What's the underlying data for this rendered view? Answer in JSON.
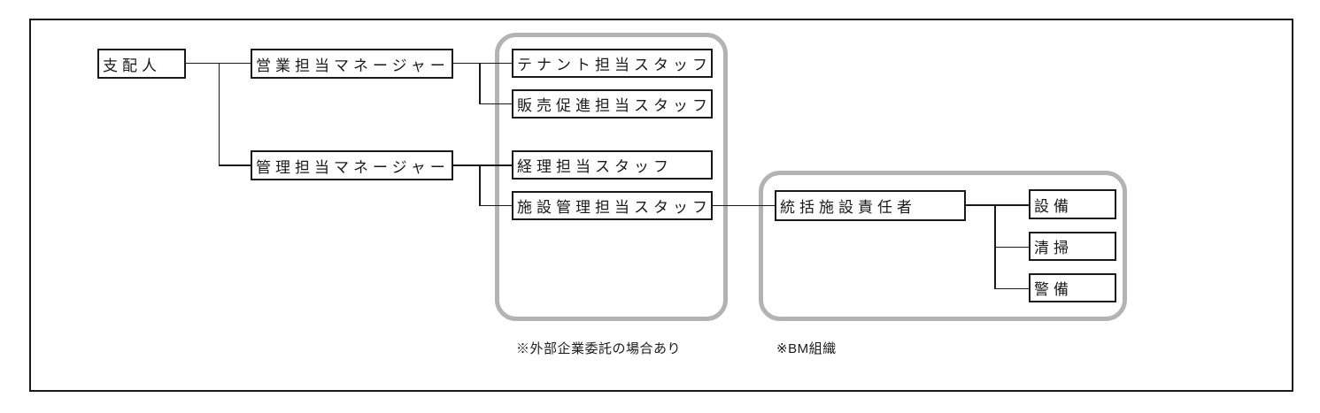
{
  "chart": {
    "type": "org-chart",
    "nodes": {
      "general_manager": "支配人",
      "sales_manager": "営業担当マネージャー",
      "admin_manager": "管理担当マネージャー",
      "tenant_staff": "テナント担当スタッフ",
      "promotion_staff": "販売促進担当スタッフ",
      "accounting_staff": "経理担当スタッフ",
      "facility_staff": "施設管理担当スタッフ",
      "chief_facility_manager": "統括施設責任者",
      "equipment": "設備",
      "cleaning": "清掃",
      "security": "警備"
    },
    "edges": [
      [
        "general_manager",
        "sales_manager"
      ],
      [
        "general_manager",
        "admin_manager"
      ],
      [
        "sales_manager",
        "tenant_staff"
      ],
      [
        "sales_manager",
        "promotion_staff"
      ],
      [
        "admin_manager",
        "accounting_staff"
      ],
      [
        "admin_manager",
        "facility_staff"
      ],
      [
        "facility_staff",
        "chief_facility_manager"
      ],
      [
        "chief_facility_manager",
        "equipment"
      ],
      [
        "chief_facility_manager",
        "cleaning"
      ],
      [
        "chief_facility_manager",
        "security"
      ]
    ],
    "groups": [
      {
        "members": [
          "tenant_staff",
          "promotion_staff",
          "accounting_staff",
          "facility_staff"
        ],
        "note_key": "outsourcing_note"
      },
      {
        "members": [
          "chief_facility_manager",
          "equipment",
          "cleaning",
          "security"
        ],
        "note_key": "bm_note"
      }
    ],
    "notes": {
      "outsourcing_note": "※外部企業委託の場合あり",
      "bm_note": "※BM組織"
    },
    "colors": {
      "line": "#1a1a1a",
      "box_border": "#1a1a1a",
      "box_background": "#ffffff",
      "group_border": "#b3b3b3",
      "background": "#ffffff"
    }
  }
}
